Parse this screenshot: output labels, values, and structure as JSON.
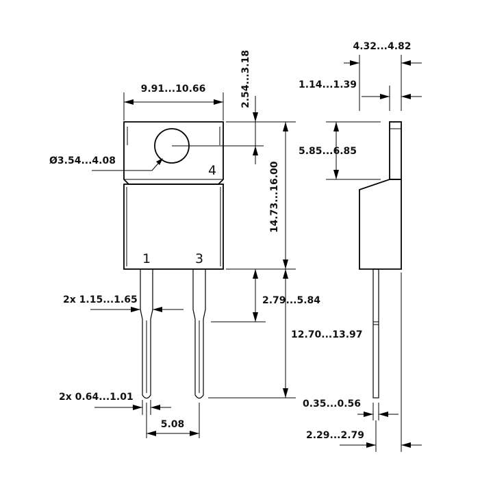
{
  "dimensions": {
    "body_width": "9.91...10.66",
    "hole_offset": "2.54...3.18",
    "hole_diameter": "Ø3.54...4.08",
    "body_height": "14.73...16.00",
    "lead_shoulder": "2.79...5.84",
    "lead_length": "12.70...13.97",
    "lead_width_wide": "2x 1.15...1.65",
    "lead_width_narrow": "2x 0.64...1.01",
    "pin_pitch": "5.08",
    "total_thickness": "4.32...4.82",
    "tab_thickness": "1.14...1.39",
    "tab_height": "5.85...6.85",
    "lead_thickness": "0.35...0.56",
    "body_thickness": "2.29...2.79"
  },
  "pins": {
    "pin1": "1",
    "pin3": "3",
    "pin4": "4"
  }
}
